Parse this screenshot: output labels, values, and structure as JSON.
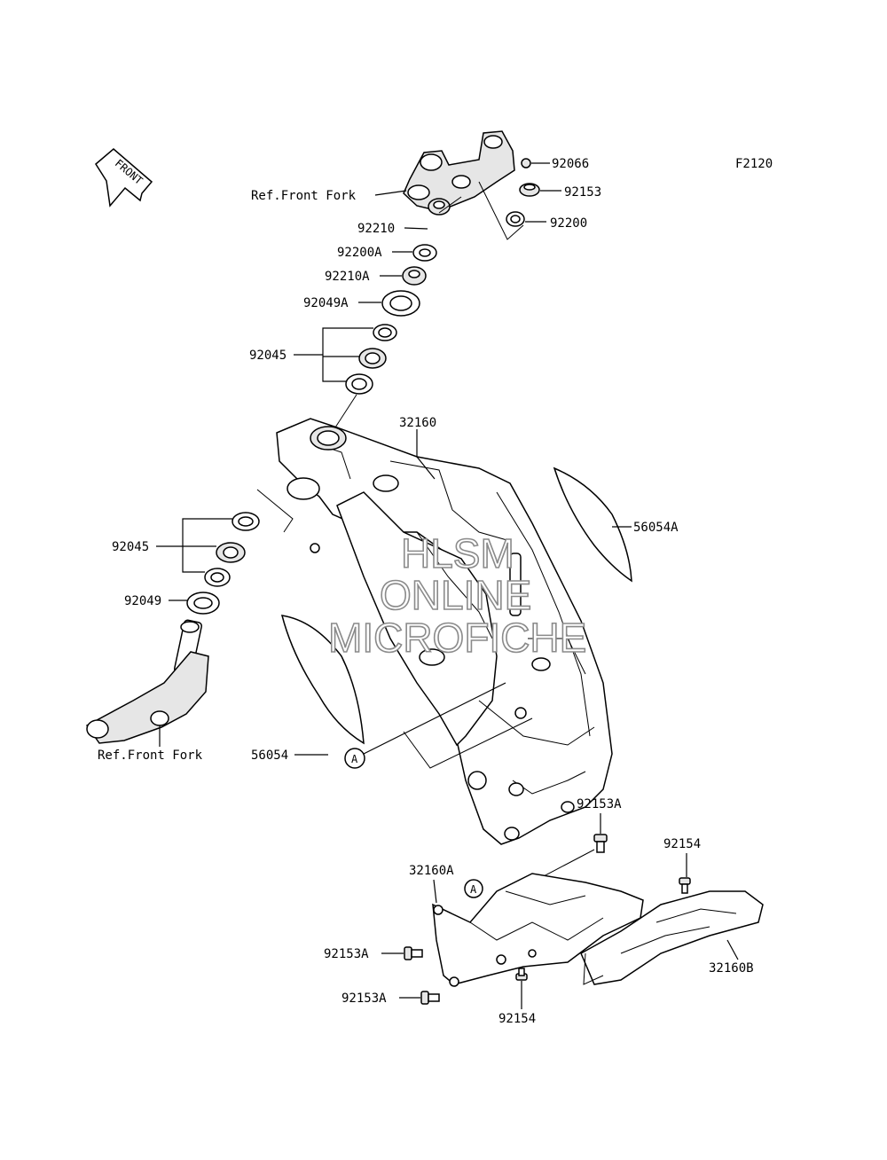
{
  "figure_code": "F2120",
  "front_arrow_label": "FRONT",
  "watermark": [
    "HLSM",
    "ONLINE",
    "MICROFICHE"
  ],
  "parts": {
    "p92066": "92066",
    "p92153": "92153",
    "p92200": "92200",
    "ref_front_fork_top": "Ref.Front Fork",
    "p92210": "92210",
    "p92200A": "92200A",
    "p92210A": "92210A",
    "p92049A": "92049A",
    "p92045_upper": "92045",
    "p32160": "32160",
    "p56054A": "56054A",
    "p92045_lower": "92045",
    "p92049": "92049",
    "p56054": "56054",
    "ref_front_fork_bottom": "Ref.Front Fork",
    "ref_a_main": "A",
    "p92153A_top": "92153A",
    "p92154_top": "92154",
    "p32160A": "32160A",
    "ref_a_sub": "A",
    "p92153A_left1": "92153A",
    "p92153A_left2": "92153A",
    "p92154_bottom": "92154",
    "p32160B": "32160B"
  }
}
